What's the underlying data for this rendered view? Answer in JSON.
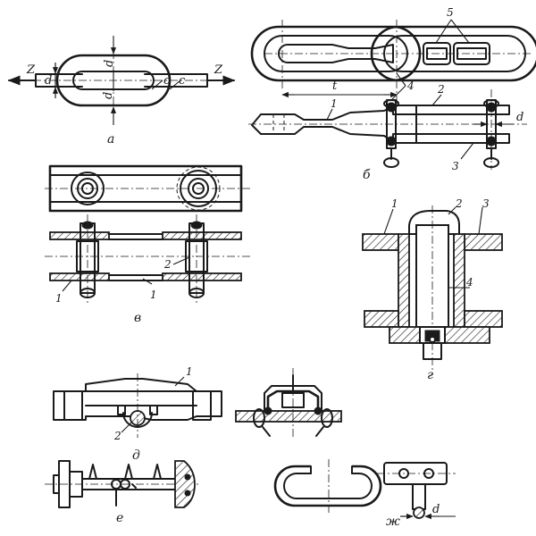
{
  "figure": {
    "panel_a": {
      "caption": "а",
      "force_left": "Z",
      "force_right": "Z",
      "dim_d_top": "d",
      "dim_d_bottom": "d",
      "dim_d_left": "d",
      "dim_c_inner": "c",
      "dim_c_outer": "c"
    },
    "panel_b": {
      "caption": "б",
      "pitch": "t",
      "dim_d": "d",
      "callout_1": "1",
      "callout_2": "2",
      "callout_3": "3",
      "callout_4": "4",
      "callout_5": "5"
    },
    "panel_v": {
      "caption": "в",
      "callout_1_left": "1",
      "callout_1_mid": "1",
      "callout_2": "2"
    },
    "panel_g": {
      "caption": "г",
      "callout_1": "1",
      "callout_2": "2",
      "callout_3": "3",
      "callout_4": "4"
    },
    "panel_d": {
      "caption": "д",
      "callout_1": "1",
      "callout_2": "2"
    },
    "panel_e": {
      "caption": "е"
    },
    "panel_zh": {
      "caption": "ж",
      "dim_d": "d"
    }
  }
}
